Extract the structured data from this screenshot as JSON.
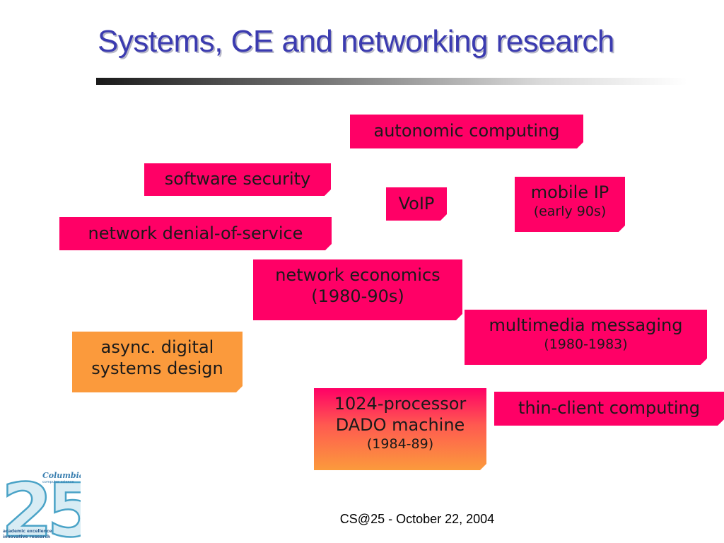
{
  "slide": {
    "title": "Systems, CE and networking research",
    "footer": "CS@25 - October 22, 2004",
    "logo": {
      "number": "25",
      "name": "Columbia",
      "subtitle": "computer science",
      "motto_line1": "academic excellence",
      "motto_line2": "innovative research"
    }
  },
  "topics": [
    {
      "label": "autonomic computing",
      "note": ""
    },
    {
      "label": "software security",
      "note": ""
    },
    {
      "label": "VoIP",
      "note": ""
    },
    {
      "label": "mobile IP",
      "note": "(early 90s)"
    },
    {
      "label": "network denial-of-service",
      "note": ""
    },
    {
      "label": "network economics",
      "label2": "(1980-90s)",
      "note": ""
    },
    {
      "label": "multimedia messaging",
      "note": "(1980-1983)"
    },
    {
      "label": "async. digital",
      "label2": "systems design",
      "note": ""
    },
    {
      "label": "1024-processor",
      "label2": "DADO machine",
      "note": "(1984-89)"
    },
    {
      "label": "thin-client computing",
      "note": ""
    }
  ],
  "colors": {
    "title": "#3b3bb0",
    "box_pink": "#ff0066",
    "box_orange": "#fb9a3c"
  }
}
